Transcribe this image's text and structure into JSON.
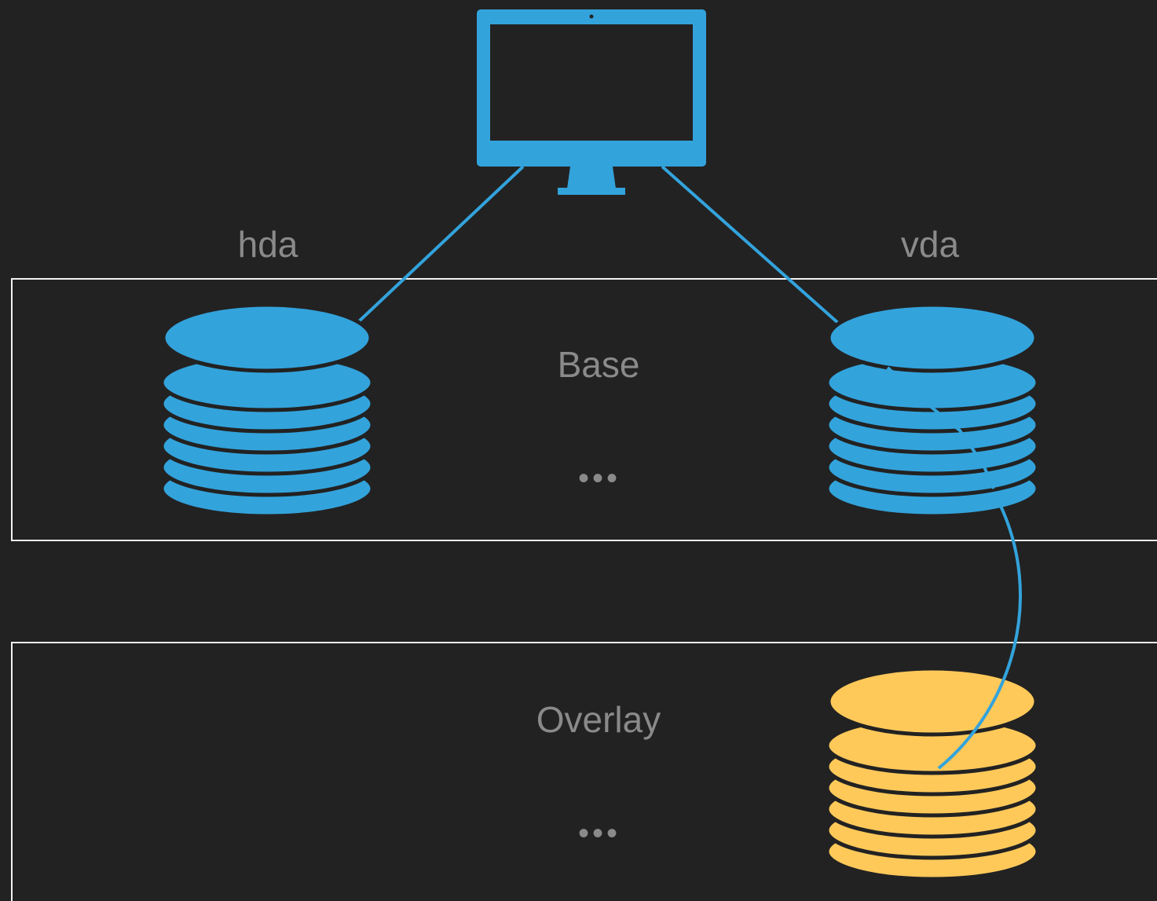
{
  "labels": {
    "hda": "hda",
    "vda": "vda",
    "base": "Base",
    "overlay": "Overlay",
    "base_more": "•••",
    "overlay_more": "•••"
  },
  "colors": {
    "background": "#222222",
    "accent_blue": "#33a3dc",
    "accent_yellow": "#ffc95a",
    "frame": "#f2f2f2",
    "label": "#8a8a8a"
  },
  "icons": {
    "host": "monitor-icon",
    "disk": "database-icon"
  }
}
